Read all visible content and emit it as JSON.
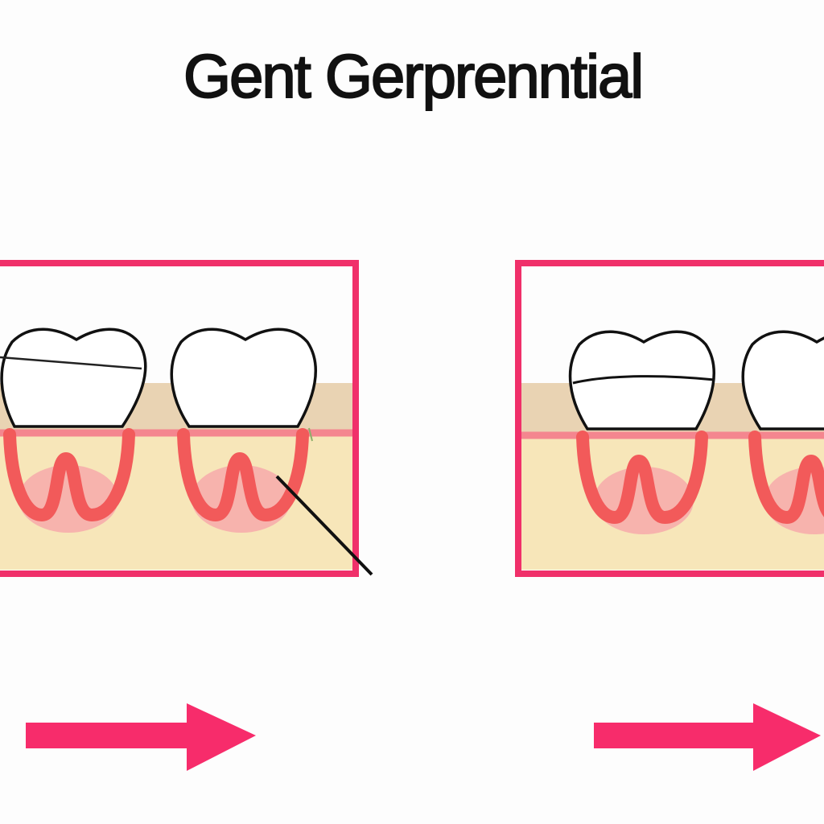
{
  "title": "Gent Gerprenntial",
  "colors": {
    "frame": "#f0306a",
    "arrow": "#f72c6b",
    "gum_line": "#f4868f",
    "root_outline": "#f25a5a",
    "root_fill": "#f7b3ad",
    "bone": "#f7e6b9",
    "gum_upper": "#e9d3b3",
    "tooth_outline": "#111111",
    "tooth_fill": "#ffffff"
  },
  "panels": [
    {
      "name": "left-panel",
      "teeth": 2
    },
    {
      "name": "right-panel",
      "teeth": 2
    }
  ],
  "arrows": [
    {
      "name": "left-arrow",
      "icon": "arrow-right-icon"
    },
    {
      "name": "right-arrow",
      "icon": "arrow-right-icon"
    }
  ]
}
